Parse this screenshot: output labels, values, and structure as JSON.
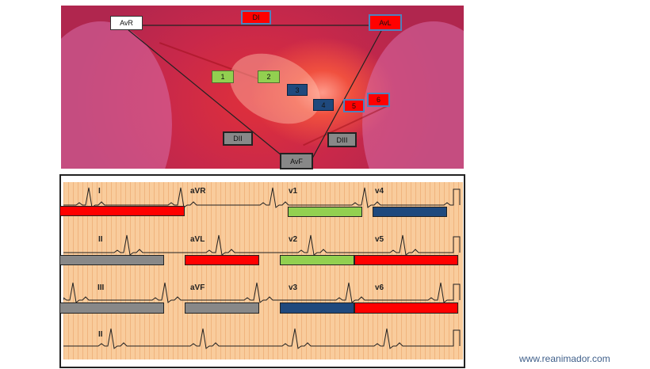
{
  "diagram": {
    "limb_leads": {
      "avr": "AvR",
      "di": "DI",
      "avl": "AvL",
      "dii": "DII",
      "diii": "DIII",
      "avf": "AvF"
    },
    "precordial": [
      "1",
      "2",
      "3",
      "4",
      "5",
      "6"
    ]
  },
  "ecg": {
    "rows": [
      [
        "I",
        "aVR",
        "v1",
        "v4"
      ],
      [
        "II",
        "aVL",
        "v2",
        "v5"
      ],
      [
        "III",
        "aVF",
        "v3",
        "v6"
      ],
      [
        "II"
      ]
    ]
  },
  "colors": {
    "red": "#ff0000",
    "green": "#92d050",
    "blue": "#1f497d",
    "gray": "#888888"
  },
  "watermark": "www.reanimador.com"
}
